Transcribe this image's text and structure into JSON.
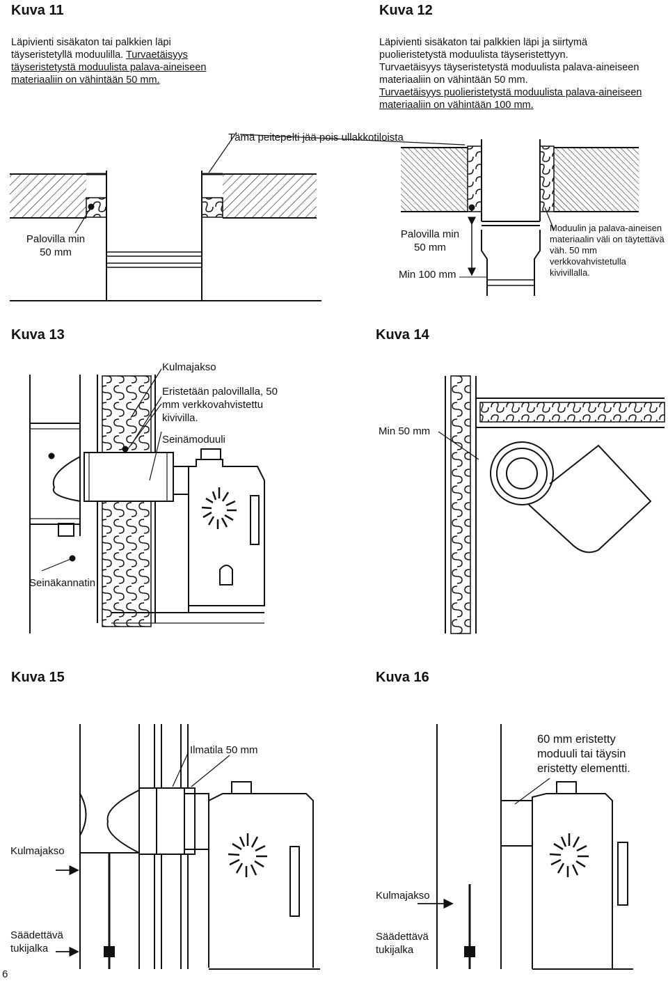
{
  "kuva11": {
    "title": "Kuva 11",
    "text1": "Läpivienti sisäkaton tai palkkien läpi täyseristetyllä moduulilla.",
    "text2": "Turvaetäisyys täyseristetystä moduulista palava-aineiseen materiaaliin on vähintään 50 mm.",
    "label_palovilla": "Palovilla min 50 mm"
  },
  "kuva12": {
    "title": "Kuva 12",
    "text1": "Läpivienti sisäkaton tai palkkien läpi ja siirtymä puolieristetystä moduulista täyseristettyyn.",
    "text2": "Turvaetäisyys täyseristetystä moduulista palava-aineiseen materiaaliin on vähintään 50 mm.",
    "text3": "Turvaetäisyys puolieristetystä moduulista palava-aineiseen materiaaliin on vähintään 100 mm.",
    "label_palovilla": "Palovilla min 50 mm",
    "label_min100": "Min 100 mm",
    "label_moduulin": "Moduulin ja palava-aineisen materiaalin väli on täytettävä väh. 50 mm verkkovahvistetulla kivivillalla."
  },
  "shared": {
    "peitepelti_note": "Tämä peitepelti jää pois ullakkotiloista"
  },
  "kuva13": {
    "title": "Kuva 13",
    "label_kulmajakso": "Kulmajakso",
    "label_eristetaan": "Eristetään palovillalla, 50 mm verkkovahvistettu kivivilla.",
    "label_seinamoduuli": "Seinämoduuli",
    "label_seinakannatin": "Seinäkannatin"
  },
  "kuva14": {
    "title": "Kuva 14",
    "label_min50": "Min 50 mm"
  },
  "kuva15": {
    "title": "Kuva 15",
    "label_ilmatila": "Ilmatila 50 mm",
    "label_kulmajakso": "Kulmajakso",
    "label_saadettava": "Säädettävä tukijalka"
  },
  "kuva16": {
    "title": "Kuva 16",
    "label_eristetty": "60 mm eristetty moduuli tai täysin eristetty elementti.",
    "label_kulmajakso": "Kulmajakso",
    "label_saadettava": "Säädettävä tukijalka"
  },
  "page_number": "6"
}
